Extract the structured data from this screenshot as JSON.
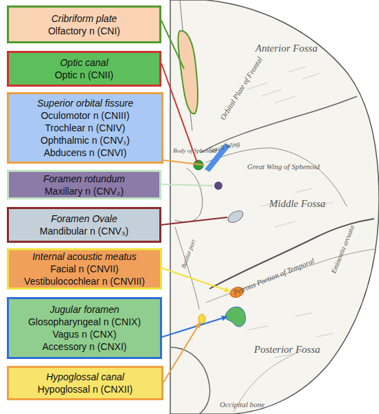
{
  "diagram": {
    "nodes": [
      {
        "text": [
          "Cribriform plate",
          "Olfactory n (CNI)"
        ]
      },
      {
        "text": [
          "Optic canal",
          "Optic n (CNII)"
        ]
      },
      {
        "text": [
          "Superior orbital fissure",
          "Oculomotor n (CNIII)",
          "Trochlear n (CNIV)",
          "Ophthalmic n (CNV₁)",
          "Abducens n (CNVI)"
        ]
      },
      {
        "text": [
          "Foramen rotundum",
          "Maxillary n (CNV₂)"
        ]
      },
      {
        "text": [
          "Foramen Ovale",
          "Mandibular n (CNV₃)"
        ]
      },
      {
        "text": [
          "Internal acoustic meatus",
          "Facial n (CNVII)",
          "Vestibulocochlear n (CNVIII)"
        ]
      },
      {
        "text": [
          "Jugular foramen",
          "Glosopharyngeal n (CNIX)",
          "Vagus n (CNX)",
          "Accessory n (CNXI)"
        ]
      },
      {
        "text": [
          "Hypoglossal canal",
          "Hypoglossal n (CNXII)"
        ]
      }
    ],
    "labels": [
      "Anterior Fossa",
      "Orbital Plate of Frontal",
      "Body of Sphenoid",
      "Small Wing",
      "Great Wing of Sphenoid",
      "Middle Fossa",
      "Petrous Portion of Temporal",
      "Eminentia arcuata",
      "Basilar part",
      "Posterior Fossa",
      "Occipital bone"
    ]
  }
}
